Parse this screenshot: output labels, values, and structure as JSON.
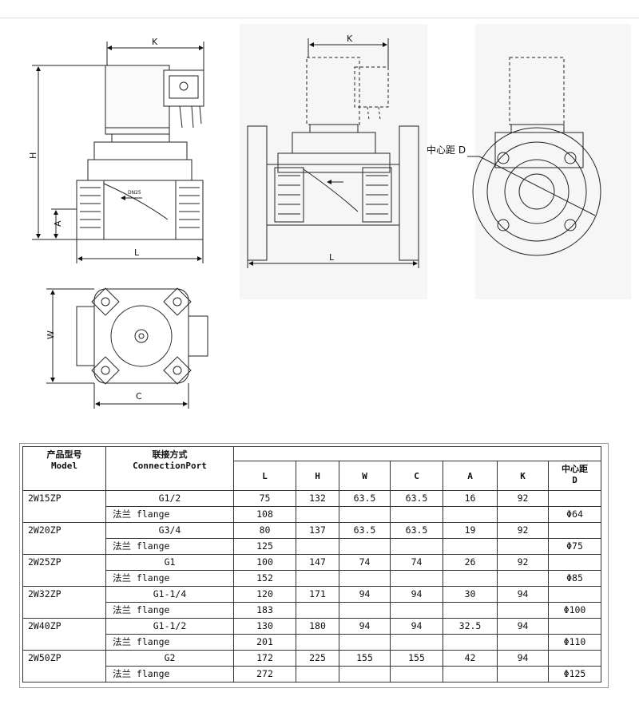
{
  "drawing_labels": {
    "front": {
      "K": "K",
      "H": "H",
      "A": "A",
      "L": "L",
      "arrow_text": "DN25"
    },
    "flange": {
      "K": "K",
      "L": "L"
    },
    "side": {
      "center_distance": "中心距 D"
    },
    "top": {
      "W": "W",
      "C": "C"
    }
  },
  "table": {
    "header": {
      "model_cn": "产品型号",
      "model_en": "Model",
      "conn_cn": "联接方式",
      "conn_en": "ConnectionPort",
      "columns": [
        "L",
        "H",
        "W",
        "C",
        "A",
        "K"
      ],
      "d_cn": "中心距",
      "d_en": "D"
    },
    "rows": [
      {
        "model": "2W15ZP",
        "port": "G1/2",
        "L": "75",
        "H": "132",
        "W": "63.5",
        "C": "63.5",
        "A": "16",
        "K": "92",
        "flange_label": "法兰  flange",
        "flange_L": "108",
        "D": "Φ64"
      },
      {
        "model": "2W20ZP",
        "port": "G3/4",
        "L": "80",
        "H": "137",
        "W": "63.5",
        "C": "63.5",
        "A": "19",
        "K": "92",
        "flange_label": "法兰  flange",
        "flange_L": "125",
        "D": "Φ75"
      },
      {
        "model": "2W25ZP",
        "port": "G1",
        "L": "100",
        "H": "147",
        "W": "74",
        "C": "74",
        "A": "26",
        "K": "92",
        "flange_label": "法兰  flange",
        "flange_L": "152",
        "D": "Φ85"
      },
      {
        "model": "2W32ZP",
        "port": "G1-1/4",
        "L": "120",
        "H": "171",
        "W": "94",
        "C": "94",
        "A": "30",
        "K": "94",
        "flange_label": "法兰  flange",
        "flange_L": "183",
        "D": "Φ100"
      },
      {
        "model": "2W40ZP",
        "port": "G1-1/2",
        "L": "130",
        "H": "180",
        "W": "94",
        "C": "94",
        "A": "32.5",
        "K": "94",
        "flange_label": "法兰  flange",
        "flange_L": "201",
        "D": "Φ110"
      },
      {
        "model": "2W50ZP",
        "port": "G2",
        "L": "172",
        "H": "225",
        "W": "155",
        "C": "155",
        "A": "42",
        "K": "94",
        "flange_label": "法兰  flange",
        "flange_L": "272",
        "D": "Φ125"
      }
    ]
  }
}
